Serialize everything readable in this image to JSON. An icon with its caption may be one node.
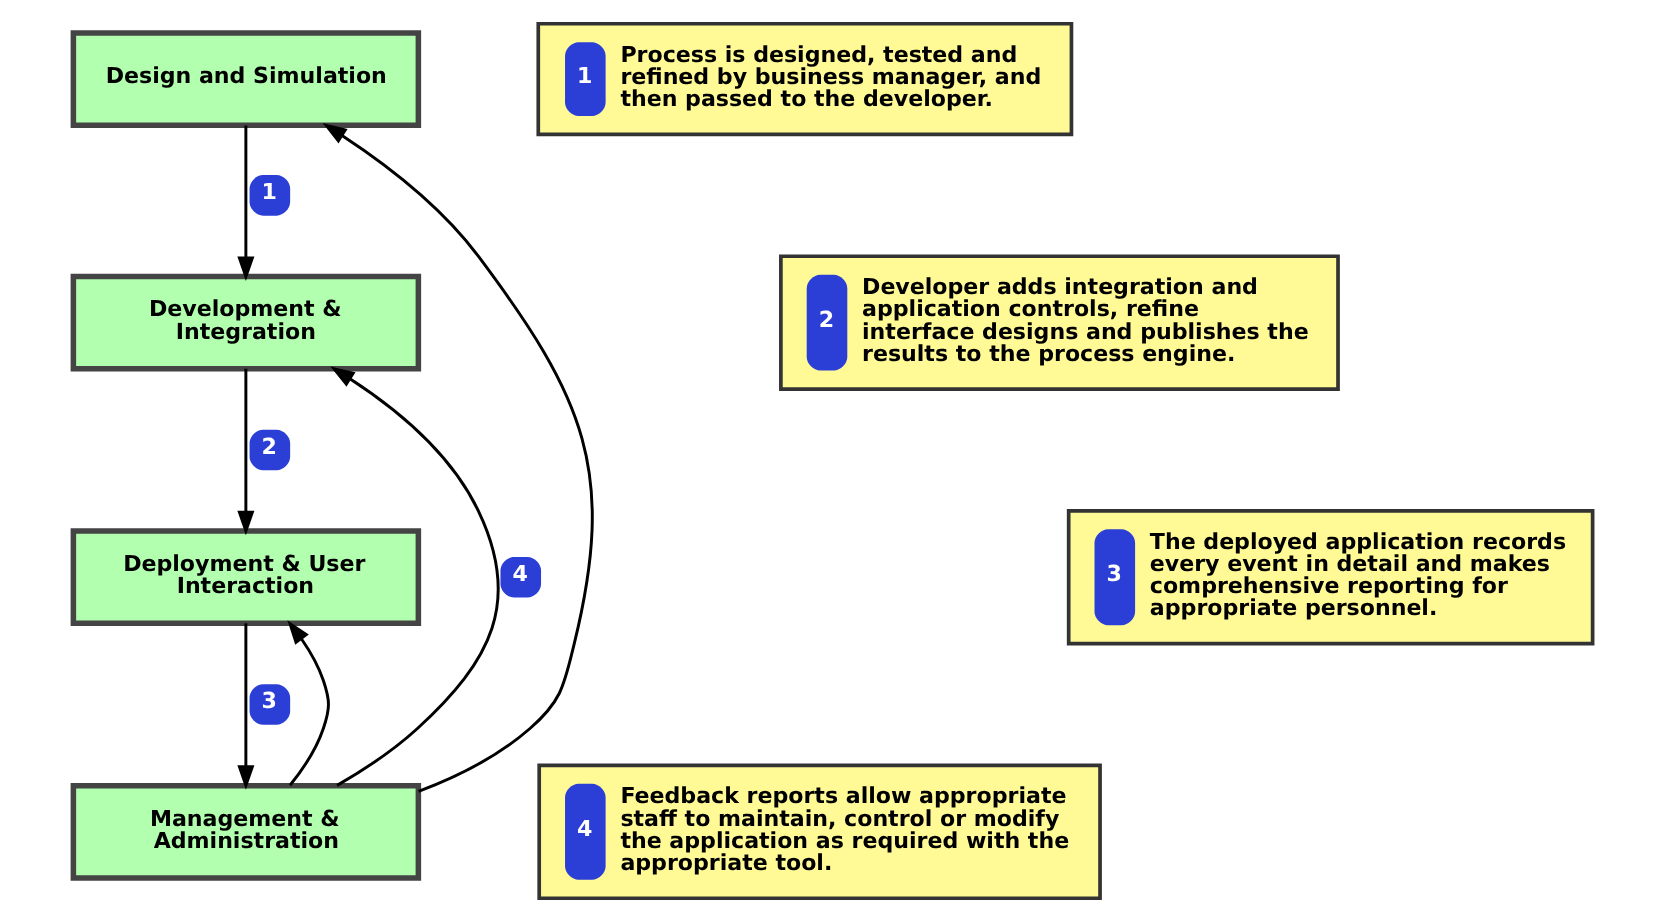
{
  "diagram": {
    "nodes": [
      {
        "text": [
          "Design and Simulation"
        ]
      },
      {
        "text": [
          "Development & Integration"
        ]
      },
      {
        "text": [
          "Deployment & User Interaction"
        ]
      },
      {
        "text": [
          "Management & Administration"
        ]
      },
      {
        "text": [
          "1",
          "Process is designed, tested and refined by business manager, and then passed to the developer."
        ]
      },
      {
        "text": [
          "2",
          "Developer adds integration and application controls, refine interface designs and publishes the results to the process engine."
        ]
      },
      {
        "text": [
          "3",
          "The deployed application records every event in detail and makes comprehensive reporting for appropriate personnel."
        ]
      },
      {
        "text": [
          "4",
          "Feedback reports allow appropriate staff to maintain, control or modify the application as required with the appropriate tool."
        ]
      }
    ],
    "edges": [
      {
        "from": 0,
        "to": 1,
        "arrow": "to",
        "label": "1"
      },
      {
        "from": 1,
        "to": 2,
        "arrow": "to",
        "label": "2"
      },
      {
        "from": 2,
        "to": 3,
        "arrow": "to",
        "label": "3"
      },
      {
        "from": 3,
        "to": 0,
        "arrow": "to"
      },
      {
        "from": 3,
        "to": 1,
        "arrow": "to",
        "label": "4"
      },
      {
        "from": 3,
        "to": 2,
        "arrow": "to"
      }
    ]
  }
}
